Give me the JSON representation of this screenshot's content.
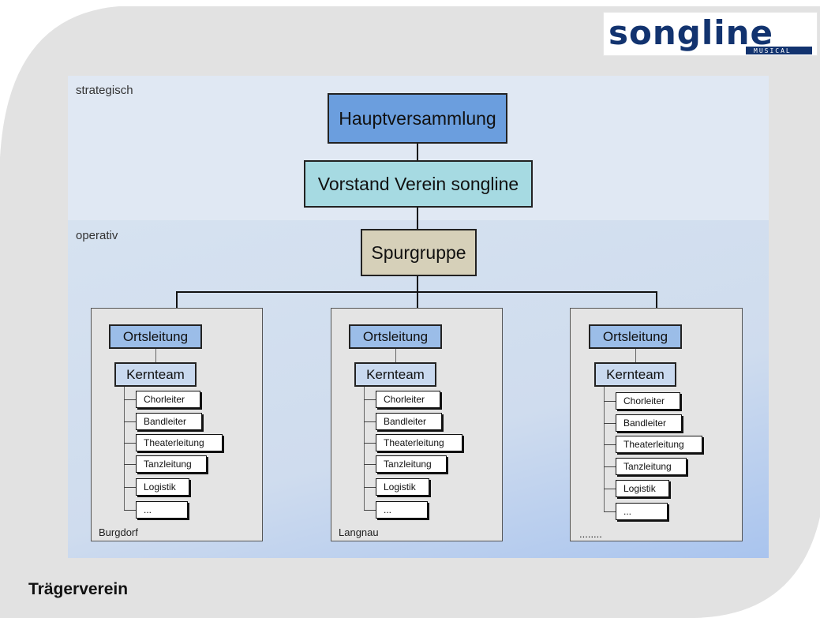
{
  "brand": {
    "logo_word": "songline",
    "logo_sub": "MUSICAL"
  },
  "bands": {
    "strategic_label": "strategisch",
    "operative_label": "operativ"
  },
  "nodes": {
    "top": "Hauptversammlung",
    "board": "Vorstand Verein songline",
    "steering": "Spurgruppe"
  },
  "locations": [
    {
      "name": "Burgdorf",
      "lead": "Ortsleitung",
      "team": "Kernteam",
      "roles": [
        "Chorleiter",
        "Bandleiter",
        "Theaterleitung",
        "Tanzleitung",
        "Logistik",
        "..."
      ]
    },
    {
      "name": "Langnau",
      "lead": "Ortsleitung",
      "team": "Kernteam",
      "roles": [
        "Chorleiter",
        "Bandleiter",
        "Theaterleitung",
        "Tanzleitung",
        "Logistik",
        "..."
      ]
    },
    {
      "name": "........",
      "lead": "Ortsleitung",
      "team": "Kernteam",
      "roles": [
        "Chorleiter",
        "Bandleiter",
        "Theaterleitung",
        "Tanzleitung",
        "Logistik",
        "..."
      ]
    }
  ],
  "footer": {
    "title": "Trägerverein"
  }
}
